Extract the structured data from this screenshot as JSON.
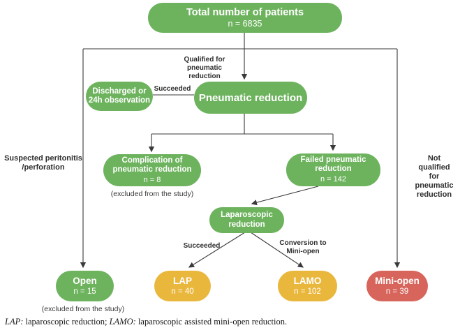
{
  "colors": {
    "green": "#6db35e",
    "yellow": "#eab73d",
    "red": "#d7655b",
    "line": "#3a3a3a"
  },
  "nodes": {
    "total": {
      "title": "Total number of patients",
      "sub": "n = 6835",
      "color": "#6db35e"
    },
    "discharged": {
      "title": "Discharged or\n24h observation",
      "color": "#6db35e"
    },
    "pneumatic": {
      "title": "Pneumatic reduction",
      "color": "#6db35e"
    },
    "complication": {
      "title": "Complication of\npneumatic reduction",
      "sub": "n = 8",
      "color": "#6db35e"
    },
    "failed": {
      "title": "Failed pneumatic\nreduction",
      "sub": "n = 142",
      "color": "#6db35e"
    },
    "laparoscopic": {
      "title": "Laparoscopic\nreduction",
      "color": "#6db35e"
    },
    "open": {
      "title": "Open",
      "sub": "n = 15",
      "color": "#6db35e"
    },
    "lap": {
      "title": "LAP",
      "sub": "n = 40",
      "color": "#eab73d"
    },
    "lamo": {
      "title": "LAMO",
      "sub": "n = 102",
      "color": "#eab73d"
    },
    "miniopen": {
      "title": "Mini-open",
      "sub": "n = 39",
      "color": "#d7655b"
    }
  },
  "labels": {
    "qualified": "Qualified for\npneumatic\nreduction",
    "succeeded_top": "Succeeded",
    "suspected": "Suspected peritonitis\n/perforation",
    "not_qualified": "Not qualified for\npneumatic reduction",
    "succeeded_bottom": "Succeeded",
    "conversion": "Conversion to\nMini-open",
    "excluded_complication": "(excluded from the study)",
    "excluded_open": "(excluded from the study)"
  },
  "footer": {
    "term1": "LAP:",
    "def1": " laparoscopic reduction; ",
    "term2": "LAMO:",
    "def2": " laparoscopic assisted mini-open reduction."
  }
}
